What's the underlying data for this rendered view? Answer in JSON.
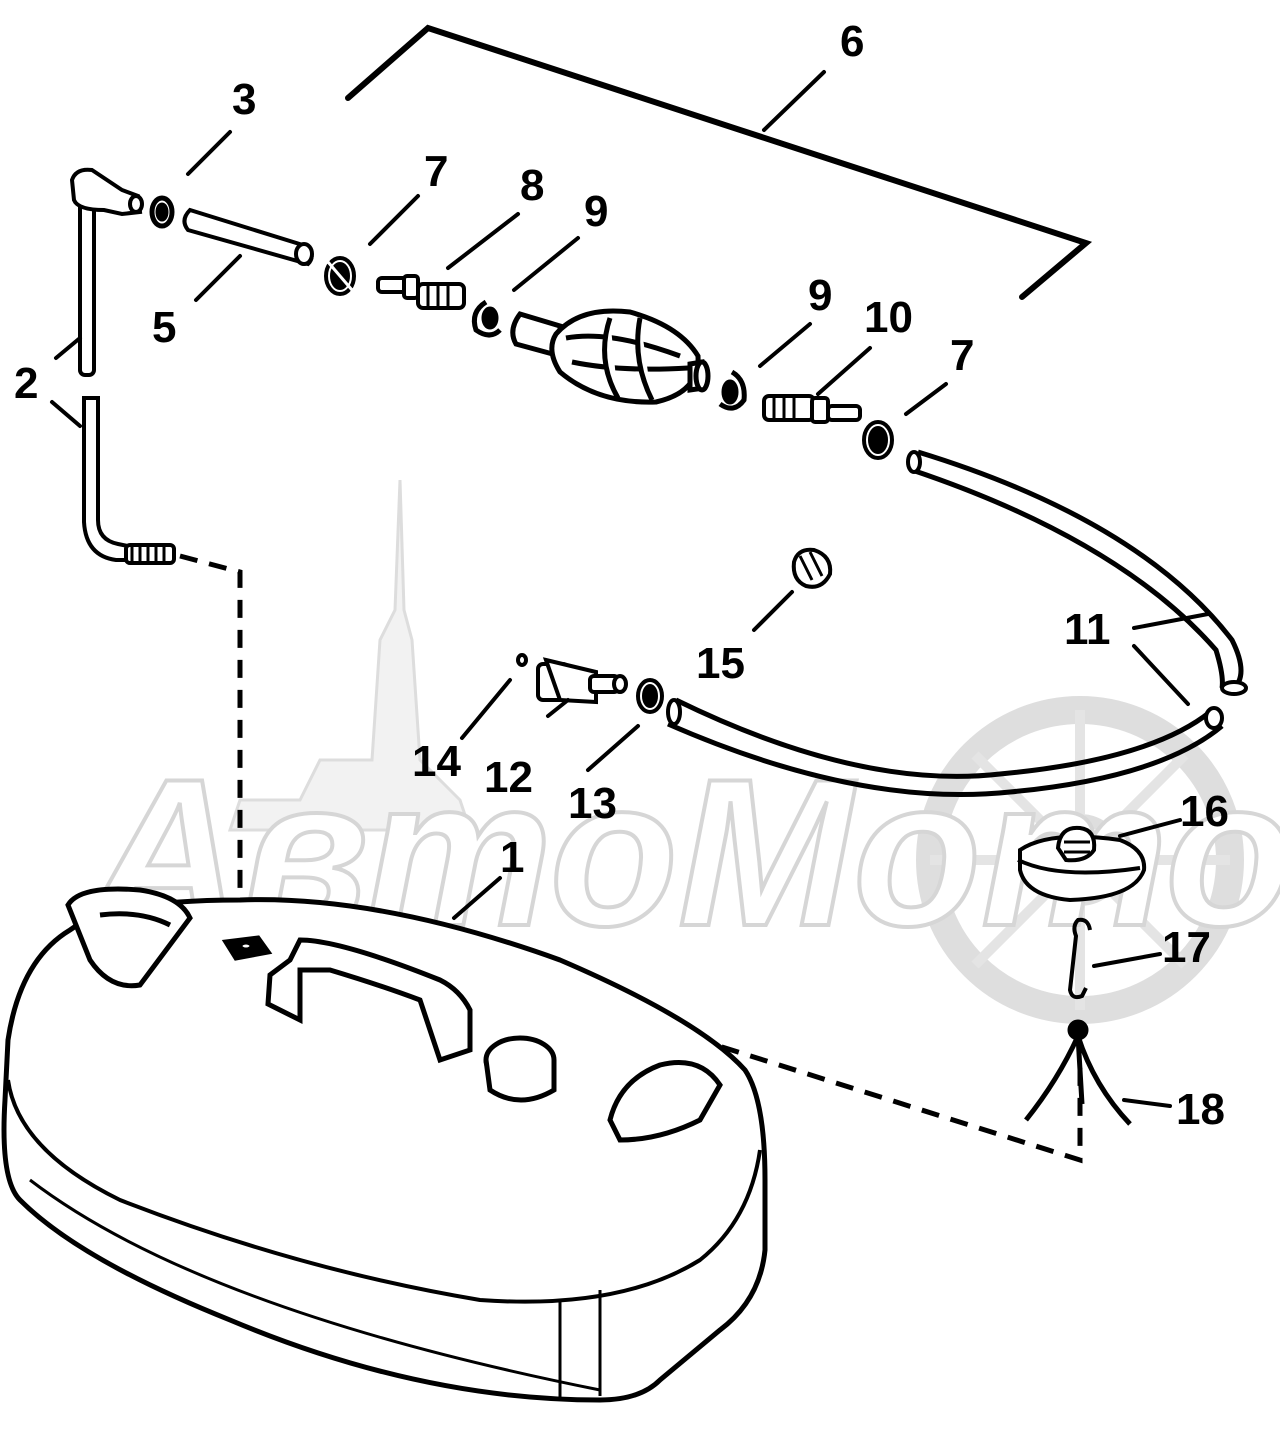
{
  "callouts": [
    {
      "id": "c1",
      "text": "1"
    },
    {
      "id": "c2",
      "text": "2"
    },
    {
      "id": "c3",
      "text": "3"
    },
    {
      "id": "c5",
      "text": "5"
    },
    {
      "id": "c6",
      "text": "6"
    },
    {
      "id": "c7a",
      "text": "7"
    },
    {
      "id": "c8",
      "text": "8"
    },
    {
      "id": "c9a",
      "text": "9"
    },
    {
      "id": "c9b",
      "text": "9"
    },
    {
      "id": "c10",
      "text": "10"
    },
    {
      "id": "c7b",
      "text": "7"
    },
    {
      "id": "c11",
      "text": "11"
    },
    {
      "id": "c12",
      "text": "12"
    },
    {
      "id": "c13",
      "text": "13"
    },
    {
      "id": "c14",
      "text": "14"
    },
    {
      "id": "c15",
      "text": "15"
    },
    {
      "id": "c16",
      "text": "16"
    },
    {
      "id": "c17",
      "text": "17"
    },
    {
      "id": "c18",
      "text": "18"
    }
  ],
  "watermark": {
    "text": "АвтоМото"
  }
}
